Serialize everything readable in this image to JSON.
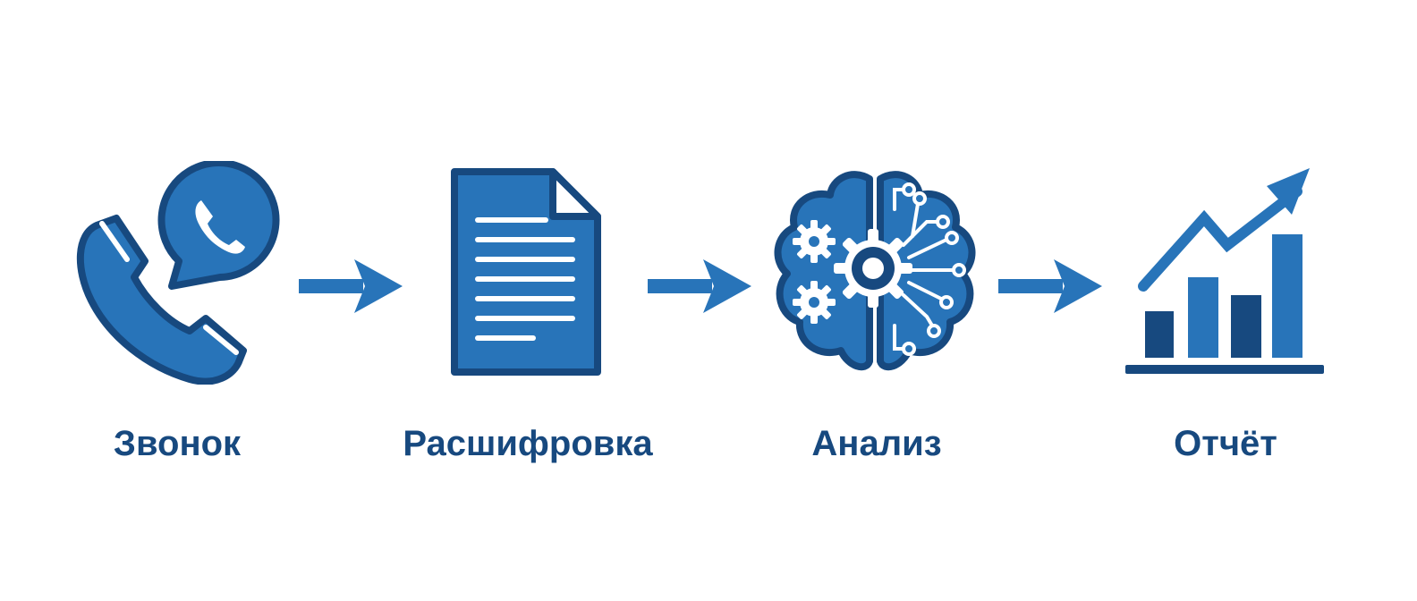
{
  "steps": [
    {
      "label": "Звонок",
      "icon": "phone-call-icon"
    },
    {
      "label": "Расшифровка",
      "icon": "document-icon"
    },
    {
      "label": "Анализ",
      "icon": "brain-gears-icon"
    },
    {
      "label": "Отчёт",
      "icon": "growth-chart-icon"
    }
  ],
  "connectors": [
    "arrow-right-icon",
    "arrow-right-icon",
    "arrow-right-icon"
  ],
  "colors": {
    "primary": "#2874b9",
    "dark": "#17497f",
    "accent": "#1f6fb8",
    "background": "#ffffff"
  }
}
